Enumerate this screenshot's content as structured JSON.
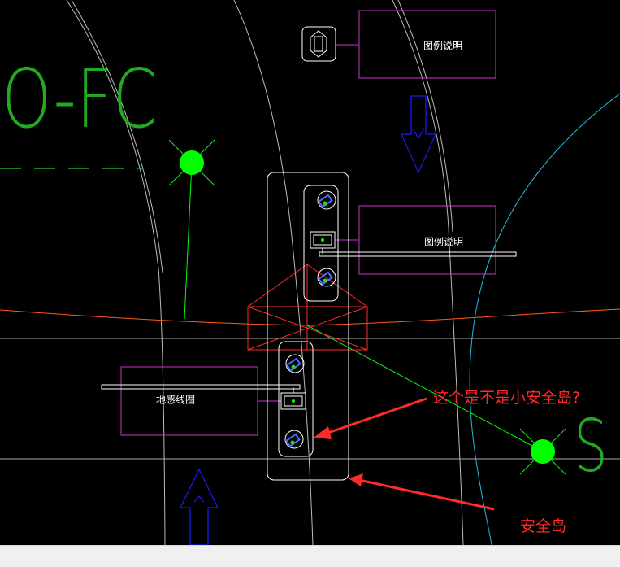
{
  "colors": {
    "background": "#000000",
    "outline": "#ffffff",
    "magenta": "#cc33cc",
    "red": "#ff2a2a",
    "green": "#00ff00",
    "orange": "#ff5a1f",
    "blue": "#1a1aff",
    "cyan": "#22bbdd",
    "gray": "#aaaaaa",
    "cad_text_green": "#22aa22"
  },
  "labels": {
    "top_box": "图例说明",
    "mid_box": "图例说明",
    "left_box": "地感线圈",
    "cad_text_left": "O-FC",
    "cad_text_right": "S"
  },
  "annotations": {
    "question": "这个是不是小安全岛?",
    "safety_island": "安全岛"
  },
  "icons": [
    "barrier-gate-icon",
    "camera-icon",
    "camera-icon",
    "camera-icon",
    "camera-icon",
    "terminal-box-icon",
    "terminal-box-icon",
    "direction-arrow-down-icon",
    "direction-arrow-up-icon",
    "streetlight-icon",
    "streetlight-icon"
  ]
}
